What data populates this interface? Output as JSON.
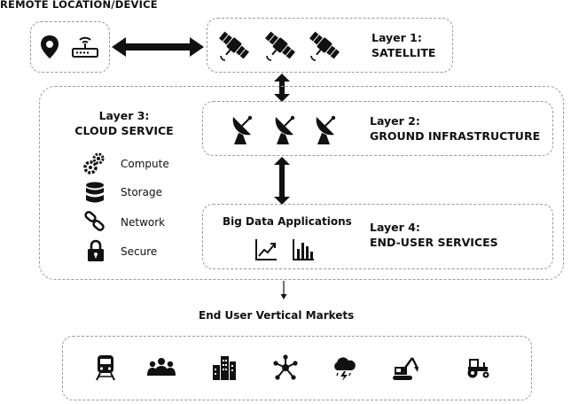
{
  "header": {
    "title": "REMOTE LOCATION/DEVICE"
  },
  "remote": {
    "icons": [
      "location-pin-icon",
      "router-icon"
    ]
  },
  "layer1": {
    "title": "Layer 1:",
    "subtitle": "SATELLITE",
    "icons": [
      "satellite-icon",
      "satellite-icon",
      "satellite-icon"
    ]
  },
  "layer2": {
    "title": "Layer 2:",
    "subtitle": "GROUND INFRASTRUCTURE",
    "icons": [
      "satellite-dish-icon",
      "satellite-dish-icon",
      "satellite-dish-icon"
    ]
  },
  "layer3": {
    "title": "Layer 3:",
    "subtitle": "CLOUD SERVICE",
    "services": [
      {
        "label": "Compute",
        "icon": "gears-icon"
      },
      {
        "label": "Storage",
        "icon": "database-icon"
      },
      {
        "label": "Network",
        "icon": "link-icon"
      },
      {
        "label": "Secure",
        "icon": "lock-icon"
      }
    ]
  },
  "layer4": {
    "title": "Layer 4:",
    "subtitle": "END-USER SERVICES",
    "apps_heading": "Big Data Applications",
    "icons": [
      "line-chart-icon",
      "bar-chart-icon"
    ]
  },
  "markets": {
    "heading": "End User Vertical Markets",
    "icons": [
      "train-icon",
      "people-icon",
      "buildings-icon",
      "network-hub-icon",
      "storm-cloud-icon",
      "excavator-icon",
      "tractor-icon"
    ]
  },
  "colors": {
    "ink": "#111111",
    "dashed_border": "#9a9a9a"
  }
}
